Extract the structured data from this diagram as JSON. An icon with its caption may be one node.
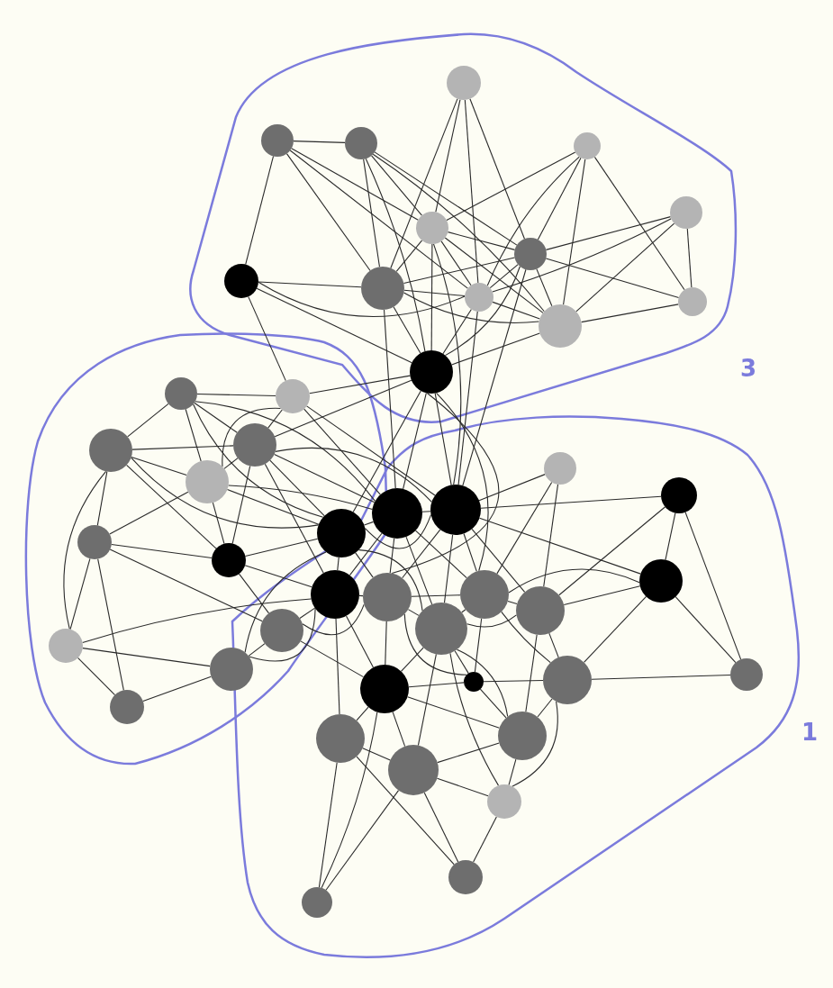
{
  "diagram": {
    "nodes": [
      {
        "text": [],
        "shape": "circle"
      },
      {
        "text": [],
        "shape": "circle"
      },
      {
        "text": [],
        "shape": "circle"
      },
      {
        "text": [],
        "shape": "circle"
      },
      {
        "text": [],
        "shape": "circle"
      },
      {
        "text": [],
        "shape": "circle"
      },
      {
        "text": [],
        "shape": "circle"
      },
      {
        "text": [],
        "shape": "circle"
      },
      {
        "text": [],
        "shape": "circle"
      },
      {
        "text": [],
        "shape": "circle"
      },
      {
        "text": [],
        "shape": "circle"
      },
      {
        "text": [],
        "shape": "circle"
      },
      {
        "text": [],
        "shape": "circle"
      },
      {
        "text": [],
        "shape": "circle"
      },
      {
        "text": [],
        "shape": "circle"
      },
      {
        "text": [],
        "shape": "circle"
      },
      {
        "text": [],
        "shape": "circle"
      },
      {
        "text": [],
        "shape": "circle"
      },
      {
        "text": [],
        "shape": "circle"
      },
      {
        "text": [],
        "shape": "circle"
      },
      {
        "text": [],
        "shape": "circle"
      },
      {
        "text": [],
        "shape": "circle"
      },
      {
        "text": [],
        "shape": "circle"
      },
      {
        "text": [],
        "shape": "circle"
      },
      {
        "text": [],
        "shape": "circle"
      },
      {
        "text": [],
        "shape": "circle"
      },
      {
        "text": [],
        "shape": "circle"
      },
      {
        "text": [],
        "shape": "circle"
      },
      {
        "text": [],
        "shape": "circle"
      },
      {
        "text": [],
        "shape": "circle"
      },
      {
        "text": [],
        "shape": "circle"
      },
      {
        "text": [],
        "shape": "circle"
      },
      {
        "text": [],
        "shape": "circle"
      },
      {
        "text": [],
        "shape": "circle"
      },
      {
        "text": [],
        "shape": "circle"
      },
      {
        "text": [],
        "shape": "circle"
      },
      {
        "text": [],
        "shape": "circle"
      },
      {
        "text": [],
        "shape": "circle"
      },
      {
        "text": [],
        "shape": "circle"
      },
      {
        "text": [],
        "shape": "circle"
      },
      {
        "text": [],
        "shape": "circle"
      },
      {
        "text": [],
        "shape": "circle"
      },
      {
        "text": [],
        "shape": "circle"
      },
      {
        "text": [],
        "shape": "circle"
      },
      {
        "text": [],
        "shape": "circle"
      }
    ],
    "edges": [
      {
        "from": 0,
        "to": 5,
        "arrow": "none"
      },
      {
        "from": 0,
        "to": 6,
        "arrow": "none"
      },
      {
        "from": 0,
        "to": 8,
        "arrow": "none"
      },
      {
        "from": 0,
        "to": 9,
        "arrow": "none"
      },
      {
        "from": 1,
        "to": 2,
        "arrow": "none"
      },
      {
        "from": 1,
        "to": 7,
        "arrow": "none"
      },
      {
        "from": 1,
        "to": 5,
        "arrow": "none"
      },
      {
        "from": 1,
        "to": 8,
        "arrow": "none"
      },
      {
        "from": 1,
        "to": 9,
        "arrow": "none"
      },
      {
        "from": 2,
        "to": 5,
        "arrow": "none"
      },
      {
        "from": 2,
        "to": 6,
        "arrow": "none"
      },
      {
        "from": 2,
        "to": 11,
        "arrow": "none"
      },
      {
        "from": 2,
        "to": 12,
        "arrow": "none"
      },
      {
        "from": 2,
        "to": 8,
        "arrow": "none"
      },
      {
        "from": 3,
        "to": 5,
        "arrow": "none"
      },
      {
        "from": 3,
        "to": 6,
        "arrow": "none"
      },
      {
        "from": 3,
        "to": 9,
        "arrow": "none"
      },
      {
        "from": 3,
        "to": 11,
        "arrow": "none"
      },
      {
        "from": 3,
        "to": 10,
        "arrow": "none"
      },
      {
        "from": 4,
        "to": 6,
        "arrow": "none"
      },
      {
        "from": 4,
        "to": 10,
        "arrow": "none"
      },
      {
        "from": 4,
        "to": 11,
        "arrow": "none"
      },
      {
        "from": 4,
        "to": 9,
        "arrow": "none"
      },
      {
        "from": 5,
        "to": 6,
        "arrow": "none"
      },
      {
        "from": 5,
        "to": 8,
        "arrow": "none"
      },
      {
        "from": 5,
        "to": 9,
        "arrow": "none"
      },
      {
        "from": 5,
        "to": 11,
        "arrow": "none"
      },
      {
        "from": 5,
        "to": 12,
        "arrow": "none"
      },
      {
        "from": 6,
        "to": 8,
        "arrow": "none"
      },
      {
        "from": 6,
        "to": 9,
        "arrow": "none"
      },
      {
        "from": 6,
        "to": 10,
        "arrow": "none"
      },
      {
        "from": 6,
        "to": 11,
        "arrow": "none"
      },
      {
        "from": 6,
        "to": 12,
        "arrow": "none"
      },
      {
        "from": 7,
        "to": 8,
        "arrow": "none"
      },
      {
        "from": 7,
        "to": 14,
        "arrow": "none"
      },
      {
        "from": 7,
        "to": 12,
        "arrow": "none"
      },
      {
        "from": 7,
        "to": 9,
        "arrow": "none"
      },
      {
        "from": 8,
        "to": 9,
        "arrow": "none"
      },
      {
        "from": 8,
        "to": 12,
        "arrow": "none"
      },
      {
        "from": 8,
        "to": 11,
        "arrow": "none"
      },
      {
        "from": 9,
        "to": 11,
        "arrow": "none"
      },
      {
        "from": 9,
        "to": 12,
        "arrow": "none"
      },
      {
        "from": 10,
        "to": 11,
        "arrow": "none"
      },
      {
        "from": 11,
        "to": 12,
        "arrow": "none"
      },
      {
        "from": 12,
        "to": 19,
        "arrow": "none"
      },
      {
        "from": 12,
        "to": 20,
        "arrow": "none"
      },
      {
        "from": 12,
        "to": 22,
        "arrow": "none"
      },
      {
        "from": 12,
        "to": 16,
        "arrow": "none"
      },
      {
        "from": 12,
        "to": 14,
        "arrow": "none"
      },
      {
        "from": 12,
        "to": 27,
        "arrow": "none"
      },
      {
        "from": 12,
        "to": 28,
        "arrow": "none"
      },
      {
        "from": 5,
        "to": 20,
        "arrow": "none"
      },
      {
        "from": 8,
        "to": 19,
        "arrow": "none"
      },
      {
        "from": 6,
        "to": 20,
        "arrow": "none"
      },
      {
        "from": 9,
        "to": 20,
        "arrow": "none"
      },
      {
        "from": 13,
        "to": 15,
        "arrow": "none"
      },
      {
        "from": 13,
        "to": 14,
        "arrow": "none"
      },
      {
        "from": 13,
        "to": 16,
        "arrow": "none"
      },
      {
        "from": 13,
        "to": 18,
        "arrow": "none"
      },
      {
        "from": 13,
        "to": 19,
        "arrow": "none"
      },
      {
        "from": 13,
        "to": 22,
        "arrow": "none"
      },
      {
        "from": 14,
        "to": 16,
        "arrow": "none"
      },
      {
        "from": 14,
        "to": 18,
        "arrow": "none"
      },
      {
        "from": 14,
        "to": 19,
        "arrow": "none"
      },
      {
        "from": 14,
        "to": 20,
        "arrow": "none"
      },
      {
        "from": 15,
        "to": 16,
        "arrow": "none"
      },
      {
        "from": 15,
        "to": 18,
        "arrow": "none"
      },
      {
        "from": 15,
        "to": 23,
        "arrow": "none"
      },
      {
        "from": 15,
        "to": 22,
        "arrow": "none"
      },
      {
        "from": 15,
        "to": 24,
        "arrow": "none"
      },
      {
        "from": 15,
        "to": 32,
        "arrow": "none"
      },
      {
        "from": 16,
        "to": 18,
        "arrow": "none"
      },
      {
        "from": 16,
        "to": 19,
        "arrow": "none"
      },
      {
        "from": 16,
        "to": 20,
        "arrow": "none"
      },
      {
        "from": 16,
        "to": 22,
        "arrow": "none"
      },
      {
        "from": 16,
        "to": 24,
        "arrow": "none"
      },
      {
        "from": 16,
        "to": 26,
        "arrow": "none"
      },
      {
        "from": 18,
        "to": 22,
        "arrow": "none"
      },
      {
        "from": 18,
        "to": 23,
        "arrow": "none"
      },
      {
        "from": 18,
        "to": 24,
        "arrow": "none"
      },
      {
        "from": 18,
        "to": 19,
        "arrow": "none"
      },
      {
        "from": 23,
        "to": 24,
        "arrow": "none"
      },
      {
        "from": 23,
        "to": 32,
        "arrow": "none"
      },
      {
        "from": 23,
        "to": 38,
        "arrow": "none"
      },
      {
        "from": 23,
        "to": 30,
        "arrow": "none"
      },
      {
        "from": 24,
        "to": 22,
        "arrow": "none"
      },
      {
        "from": 24,
        "to": 26,
        "arrow": "none"
      },
      {
        "from": 24,
        "to": 30,
        "arrow": "none"
      },
      {
        "from": 32,
        "to": 33,
        "arrow": "none"
      },
      {
        "from": 32,
        "to": 38,
        "arrow": "none"
      },
      {
        "from": 32,
        "to": 26,
        "arrow": "none"
      },
      {
        "from": 33,
        "to": 30,
        "arrow": "none"
      },
      {
        "from": 33,
        "to": 38,
        "arrow": "none"
      },
      {
        "from": 33,
        "to": 26,
        "arrow": "none"
      },
      {
        "from": 33,
        "to": 22,
        "arrow": "none"
      },
      {
        "from": 30,
        "to": 26,
        "arrow": "none"
      },
      {
        "from": 30,
        "to": 27,
        "arrow": "none"
      },
      {
        "from": 30,
        "to": 36,
        "arrow": "none"
      },
      {
        "from": 19,
        "to": 20,
        "arrow": "none"
      },
      {
        "from": 19,
        "to": 22,
        "arrow": "none"
      },
      {
        "from": 19,
        "to": 26,
        "arrow": "none"
      },
      {
        "from": 19,
        "to": 27,
        "arrow": "none"
      },
      {
        "from": 19,
        "to": 28,
        "arrow": "none"
      },
      {
        "from": 19,
        "to": 31,
        "arrow": "none"
      },
      {
        "from": 20,
        "to": 21,
        "arrow": "none"
      },
      {
        "from": 20,
        "to": 25,
        "arrow": "none"
      },
      {
        "from": 20,
        "to": 17,
        "arrow": "none"
      },
      {
        "from": 20,
        "to": 22,
        "arrow": "none"
      },
      {
        "from": 20,
        "to": 27,
        "arrow": "none"
      },
      {
        "from": 20,
        "to": 28,
        "arrow": "none"
      },
      {
        "from": 20,
        "to": 29,
        "arrow": "none"
      },
      {
        "from": 20,
        "to": 31,
        "arrow": "none"
      },
      {
        "from": 17,
        "to": 28,
        "arrow": "none"
      },
      {
        "from": 17,
        "to": 29,
        "arrow": "none"
      },
      {
        "from": 21,
        "to": 25,
        "arrow": "none"
      },
      {
        "from": 21,
        "to": 35,
        "arrow": "none"
      },
      {
        "from": 21,
        "to": 29,
        "arrow": "none"
      },
      {
        "from": 25,
        "to": 35,
        "arrow": "none"
      },
      {
        "from": 25,
        "to": 29,
        "arrow": "none"
      },
      {
        "from": 25,
        "to": 28,
        "arrow": "none"
      },
      {
        "from": 25,
        "to": 34,
        "arrow": "none"
      },
      {
        "from": 35,
        "to": 34,
        "arrow": "none"
      },
      {
        "from": 22,
        "to": 26,
        "arrow": "none"
      },
      {
        "from": 22,
        "to": 27,
        "arrow": "none"
      },
      {
        "from": 22,
        "to": 31,
        "arrow": "none"
      },
      {
        "from": 26,
        "to": 27,
        "arrow": "none"
      },
      {
        "from": 26,
        "to": 36,
        "arrow": "none"
      },
      {
        "from": 26,
        "to": 39,
        "arrow": "none"
      },
      {
        "from": 27,
        "to": 28,
        "arrow": "none"
      },
      {
        "from": 27,
        "to": 31,
        "arrow": "none"
      },
      {
        "from": 27,
        "to": 36,
        "arrow": "none"
      },
      {
        "from": 27,
        "to": 37,
        "arrow": "none"
      },
      {
        "from": 28,
        "to": 29,
        "arrow": "none"
      },
      {
        "from": 28,
        "to": 31,
        "arrow": "none"
      },
      {
        "from": 28,
        "to": 37,
        "arrow": "none"
      },
      {
        "from": 28,
        "to": 34,
        "arrow": "none"
      },
      {
        "from": 29,
        "to": 34,
        "arrow": "none"
      },
      {
        "from": 29,
        "to": 31,
        "arrow": "none"
      },
      {
        "from": 29,
        "to": 40,
        "arrow": "none"
      },
      {
        "from": 31,
        "to": 36,
        "arrow": "none"
      },
      {
        "from": 31,
        "to": 37,
        "arrow": "none"
      },
      {
        "from": 31,
        "to": 41,
        "arrow": "none"
      },
      {
        "from": 31,
        "to": 40,
        "arrow": "none"
      },
      {
        "from": 36,
        "to": 37,
        "arrow": "none"
      },
      {
        "from": 36,
        "to": 39,
        "arrow": "none"
      },
      {
        "from": 36,
        "to": 41,
        "arrow": "none"
      },
      {
        "from": 36,
        "to": 40,
        "arrow": "none"
      },
      {
        "from": 37,
        "to": 40,
        "arrow": "none"
      },
      {
        "from": 37,
        "to": 34,
        "arrow": "none"
      },
      {
        "from": 39,
        "to": 41,
        "arrow": "none"
      },
      {
        "from": 39,
        "to": 43,
        "arrow": "none"
      },
      {
        "from": 39,
        "to": 44,
        "arrow": "none"
      },
      {
        "from": 40,
        "to": 41,
        "arrow": "none"
      },
      {
        "from": 40,
        "to": 42,
        "arrow": "none"
      },
      {
        "from": 41,
        "to": 42,
        "arrow": "none"
      },
      {
        "from": 41,
        "to": 43,
        "arrow": "none"
      },
      {
        "from": 41,
        "to": 44,
        "arrow": "none"
      },
      {
        "from": 42,
        "to": 43,
        "arrow": "none"
      },
      {
        "from": 34,
        "to": 40,
        "arrow": "none"
      },
      {
        "from": 34,
        "to": 42,
        "arrow": "none"
      },
      {
        "from": 36,
        "to": 44,
        "arrow": "none"
      },
      {
        "from": 31,
        "to": 42,
        "arrow": "none"
      }
    ],
    "labels": [
      "3",
      "1"
    ]
  }
}
